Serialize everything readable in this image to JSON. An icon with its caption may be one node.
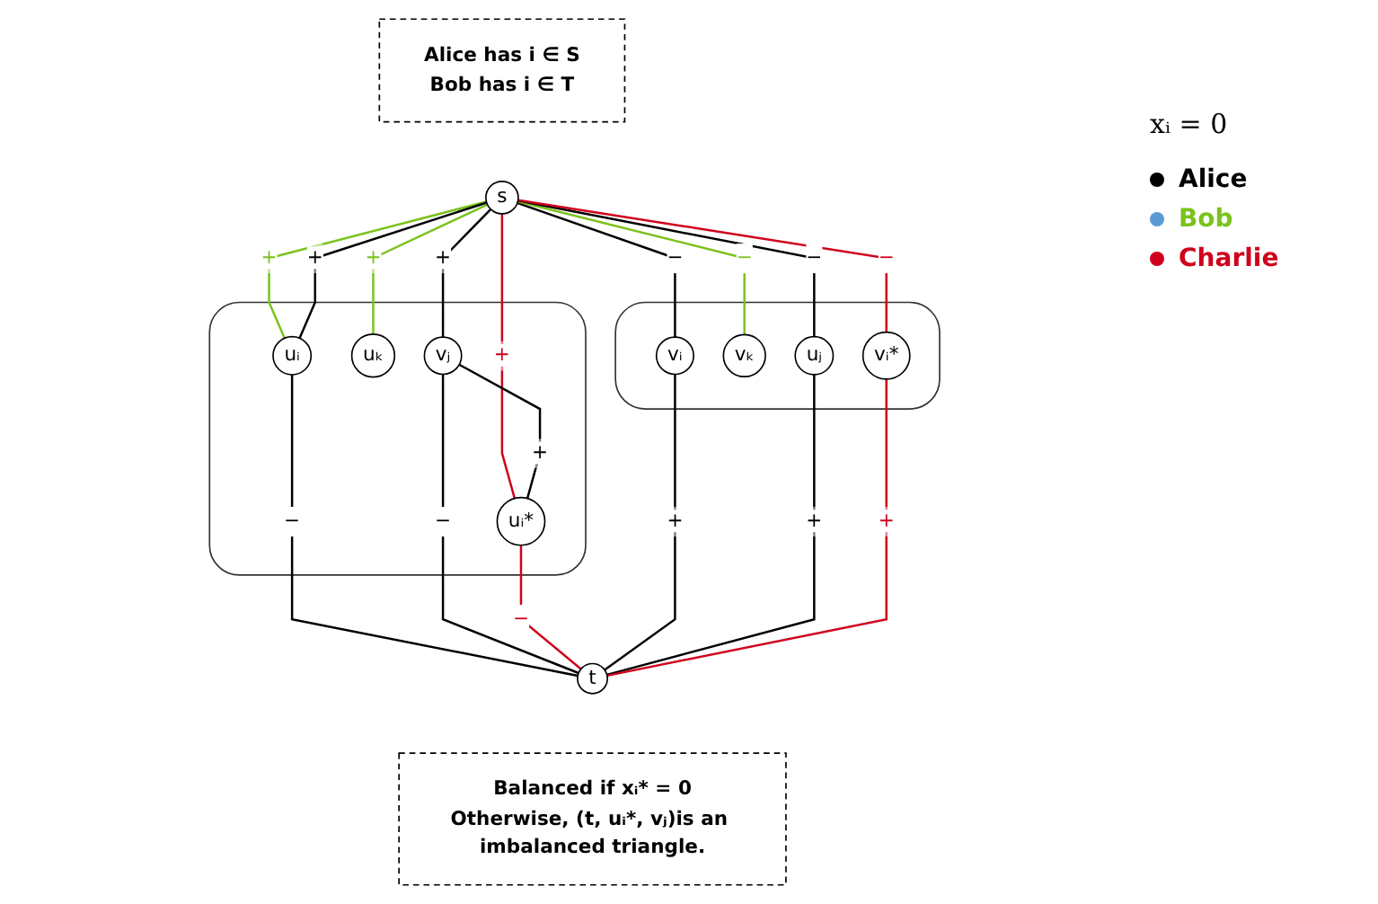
{
  "diagram": {
    "nodes": [
      {
        "text": [
          "s"
        ]
      },
      {
        "text": [],
        "shape": "box"
      },
      {
        "text": [
          "uᵢ"
        ],
        "in": 1
      },
      {
        "text": [
          "uₖ"
        ],
        "in": 1
      },
      {
        "text": [
          "vⱼ"
        ],
        "in": 1
      },
      {
        "text": [
          "uᵢ*"
        ],
        "in": 1
      },
      {
        "text": [],
        "shape": "box"
      },
      {
        "text": [
          "vᵢ"
        ],
        "in": 6
      },
      {
        "text": [
          "vₖ"
        ],
        "in": 6
      },
      {
        "text": [
          "uⱼ"
        ],
        "in": 6
      },
      {
        "text": [
          "vᵢ*"
        ],
        "in": 6
      },
      {
        "text": [
          "t"
        ]
      },
      {
        "text": [
          "Alice has i ∈ S",
          "Bob has i ∈ T"
        ]
      },
      {
        "text": [
          "Balanced if xᵢ* = 0",
          "Otherwise, (t, uᵢ*, vⱼ)is an imbalanced triangle."
        ]
      }
    ],
    "edges": [
      {
        "from": 0,
        "to": 2,
        "arrow": "none",
        "label": "+",
        "color": "#7ac31d"
      },
      {
        "from": 0,
        "to": 2,
        "arrow": "none",
        "label": "+"
      },
      {
        "from": 0,
        "to": 3,
        "arrow": "none",
        "label": "+",
        "color": "#7ac31d"
      },
      {
        "from": 0,
        "to": 4,
        "arrow": "none",
        "label": "+"
      },
      {
        "from": 0,
        "to": 5,
        "arrow": "none",
        "label": "+",
        "color": "#d0021b"
      },
      {
        "from": 0,
        "to": 7,
        "arrow": "none",
        "label": "−"
      },
      {
        "from": 0,
        "to": 8,
        "arrow": "none",
        "label": "−",
        "color": "#7ac31d"
      },
      {
        "from": 0,
        "to": 9,
        "arrow": "none",
        "label": "−"
      },
      {
        "from": 0,
        "to": 10,
        "arrow": "none",
        "label": "−",
        "color": "#d0021b"
      },
      {
        "from": 4,
        "to": 5,
        "arrow": "none",
        "label": "+"
      },
      {
        "from": 2,
        "to": 11,
        "arrow": "none",
        "label": "−"
      },
      {
        "from": 4,
        "to": 11,
        "arrow": "none",
        "label": "−"
      },
      {
        "from": 5,
        "to": 11,
        "arrow": "none",
        "label": "−",
        "color": "#d0021b"
      },
      {
        "from": 7,
        "to": 11,
        "arrow": "none",
        "label": "+"
      },
      {
        "from": 9,
        "to": 11,
        "arrow": "none",
        "label": "+"
      },
      {
        "from": 10,
        "to": 11,
        "arrow": "none",
        "label": "+",
        "color": "#d0021b"
      }
    ],
    "labels": [
      "xᵢ = 0"
    ],
    "legend": [
      {
        "text": "Alice",
        "color": "#000000"
      },
      {
        "text": "Bob",
        "color": "#5b9bd5"
      },
      {
        "text": "Charlie",
        "color": "#d0021b"
      }
    ]
  }
}
